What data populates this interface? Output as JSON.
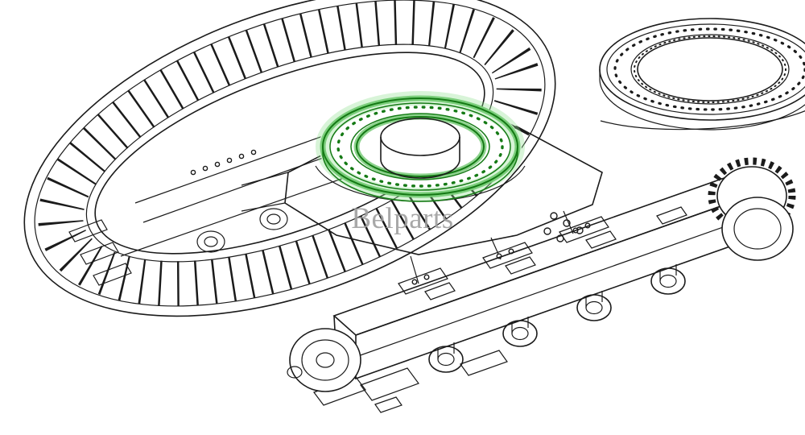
{
  "colors": {
    "background": "#ffffff",
    "line": "#1b1b1b",
    "highlight": "#2fae2f",
    "highlight_dark": "#157a15",
    "highlight_glow": "#8fe08f",
    "watermark": "#9f9f9f"
  },
  "watermark": {
    "text": "Belparts"
  },
  "drawing": {
    "parts": [
      {
        "name": "crawler-track-left"
      },
      {
        "name": "carbody-frame"
      },
      {
        "name": "slewing-ring-installed-highlighted"
      },
      {
        "name": "slewing-ring-detached"
      },
      {
        "name": "track-frame-right"
      },
      {
        "name": "idler-wheel"
      },
      {
        "name": "drive-sprocket"
      }
    ]
  }
}
